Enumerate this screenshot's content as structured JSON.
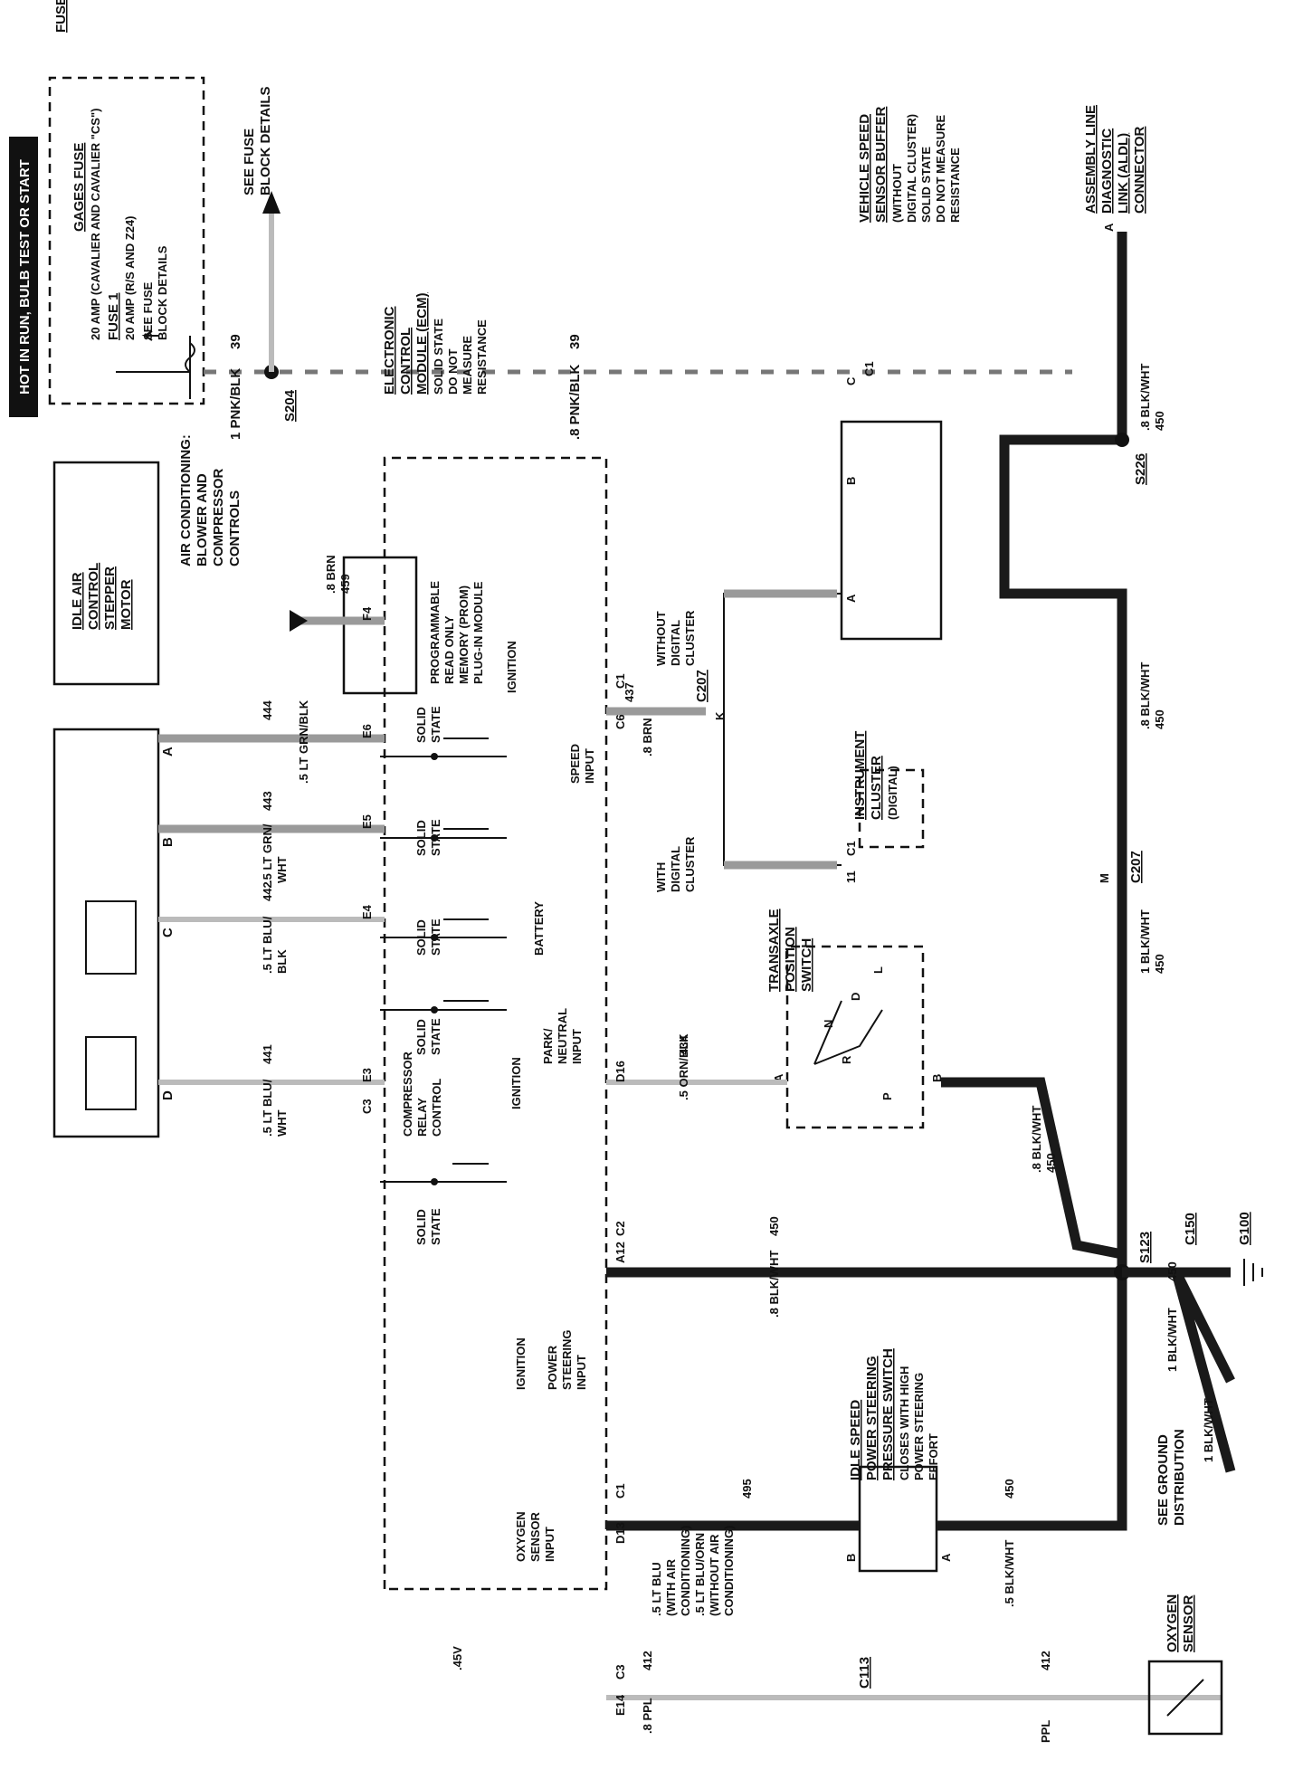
{
  "banner": "HOT IN RUN, BULB TEST OR START",
  "fuse_block": {
    "title": "FUSE BLOCK",
    "gages_fuse": "GAGES FUSE",
    "gages_amp": "20 AMP (CAVALIER AND CAVALIER \"CS\")",
    "fuse1": "FUSE 1",
    "fuse1_amp": "20 AMP (R/S AND Z24)",
    "see1": "SEE FUSE",
    "see2": "BLOCK DETAILS"
  },
  "splice_s204": {
    "name": "S204",
    "see1": "SEE FUSE",
    "see2": "BLOCK DETAILS"
  },
  "wire_39_left": {
    "gauge": "1 PNK/BLK",
    "circuit": "39"
  },
  "wire_39_right": {
    "gauge": ".8 PNK/BLK",
    "circuit": "39"
  },
  "ecm": {
    "title": [
      "ELECTRONIC",
      "CONTROL",
      "MODULE (ECM)"
    ],
    "note": [
      "SOLID STATE",
      "DO NOT",
      "MEASURE",
      "RESISTANCE"
    ]
  },
  "prom": [
    "PROGRAMMABLE",
    "READ ONLY",
    "MEMORY (PROM)",
    "PLUG-IN MODULE"
  ],
  "vss_buffer": {
    "title": [
      "VEHICLE SPEED",
      "SENSOR BUFFER"
    ],
    "note": [
      "(WITHOUT",
      "DIGITAL CLUSTER)",
      "SOLID STATE",
      "DO NOT MEASURE",
      "RESISTANCE"
    ],
    "pin_a": "A",
    "pin_b": "B",
    "pin_c": "C",
    "conn": "C1"
  },
  "aldl": {
    "title": [
      "ASSEMBLY LINE",
      "DIAGNOSTIC",
      "LINK (ALDL)",
      "CONNECTOR"
    ],
    "pin": "A"
  },
  "iac": {
    "title": [
      "IDLE AIR",
      "CONTROL",
      "STEPPER",
      "MOTOR"
    ],
    "pins": [
      "A",
      "B",
      "C",
      "D"
    ]
  },
  "iac_wires": [
    {
      "gauge": ".5 LT BLU/",
      "gauge2": "WHT",
      "circuit": "441",
      "pin": "E3",
      "conn": "C3"
    },
    {
      "gauge": ".5 LT BLU/",
      "gauge2": "BLK",
      "circuit": "442",
      "pin": "E4"
    },
    {
      "gauge": ".5 LT GRN/",
      "gauge2": "WHT",
      "circuit": "443",
      "pin": "E5"
    },
    {
      "gauge": ".5 LT GRN/BLK",
      "gauge2": "",
      "circuit": "444",
      "pin": "E6"
    }
  ],
  "solid_state": [
    "SOLID",
    "STATE"
  ],
  "battery": "BATTERY",
  "ignition": "IGNITION",
  "speed_input": [
    "SPEED",
    "INPUT"
  ],
  "park_neutral": [
    "PARK/",
    "NEUTRAL",
    "INPUT"
  ],
  "power_steering": [
    "POWER",
    "STEERING",
    "INPUT"
  ],
  "oxygen_input": [
    "OXYGEN",
    "SENSOR",
    "INPUT"
  ],
  "compressor": [
    "COMPRESSOR",
    "RELAY",
    "CONTROL"
  ],
  "ac": {
    "title": [
      "AIR CONDITIONING:",
      "BLOWER AND",
      "COMPRESSOR",
      "CONTROLS"
    ],
    "gauge": ".8 BRN",
    "circuit": "459",
    "pin": "F4"
  },
  "speed_wire": {
    "gauge": ".8 BRN",
    "circuit": "437",
    "pin": "C6",
    "conn": "C1"
  },
  "without_digital": [
    "WITHOUT",
    "DIGITAL",
    "CLUSTER"
  ],
  "with_digital": [
    "WITH",
    "DIGITAL",
    "CLUSTER"
  ],
  "c207_k": {
    "name": "C207",
    "pin": "K"
  },
  "instrument_cluster": {
    "title": [
      "INSTRUMENT",
      "CLUSTER"
    ],
    "sub": "(DIGITAL)",
    "pin": "11",
    "conn": "C1"
  },
  "transaxle": {
    "title": [
      "TRANSAXLE",
      "POSITION",
      "SWITCH"
    ],
    "pin_a": "A",
    "pin_b": "B",
    "positions": [
      "P",
      "R",
      "N",
      "D",
      "L"
    ]
  },
  "wire_434": {
    "gauge": ".5 ORN/BLK",
    "circuit": "434",
    "pin": "D16"
  },
  "wire_450_main": {
    "gauge1": "1 BLK/WHT",
    "gauge2": ".8 BLK/WHT",
    "gauge3": ".8 BLK/WHT",
    "circuit": "450"
  },
  "c207_m": {
    "name": "C207",
    "pin": "M"
  },
  "s226": "S226",
  "s123": "S123",
  "c150": "C150",
  "g100": "G100",
  "ecm_c2": {
    "pin": "A12",
    "conn": "C2",
    "gauge": ".8 BLK/WHT",
    "circuit": "450"
  },
  "tps_wire": {
    "gauge": ".8 BLK/WHT",
    "circuit": "450"
  },
  "ground_dist": {
    "text": [
      "SEE GROUND",
      "DISTRIBUTION"
    ],
    "gauge": "1 BLK/WHT",
    "gauge2": "1 BLK/WHT",
    "circuit": "450"
  },
  "ps_switch": {
    "title": [
      "IDLE SPEED",
      "POWER STEERING",
      "PRESSURE SWITCH"
    ],
    "note": [
      "CLOSES WITH HIGH",
      "POWER STEERING",
      "EFFORT"
    ],
    "pin_a": "A",
    "pin_b": "B",
    "gauge": ".5 BLK/WHT",
    "circuit": "450"
  },
  "wire_495": {
    "circuit": "495",
    "pin": "D13",
    "conn": "C1",
    "g1": ".5 LT BLU",
    "g2": "(WITH AIR",
    "g3": "CONDITIONING)",
    "g4": ".5 LT BLU/ORN",
    "g5": "(WITHOUT AIR",
    "g6": "CONDITIONING)"
  },
  "oxygen": {
    "title": [
      "OXYGEN",
      "SENSOR"
    ],
    "pin": "E14",
    "conn": "C3",
    "gauge": ".8 PPL",
    "circuit": "412",
    "c113": "C113",
    "gauge2": "PPL",
    "circuit2": "412",
    "volt": ".45V"
  }
}
